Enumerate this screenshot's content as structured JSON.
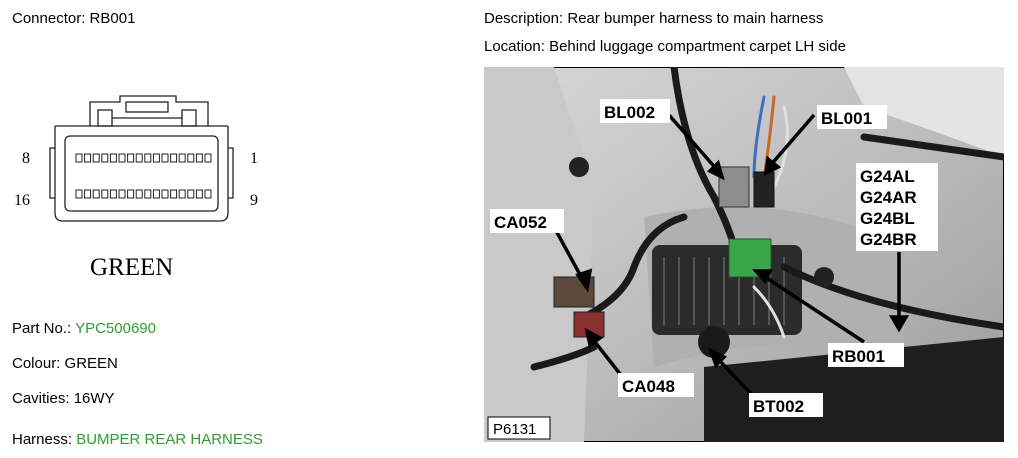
{
  "left": {
    "connector_label": "Connector:",
    "connector_value": "RB001",
    "part_label": "Part No.:",
    "part_value": "YPC500690",
    "colour_label": "Colour:",
    "colour_value": "GREEN",
    "cavities_label": "Cavities:",
    "cavities_value": "16WY",
    "harness_label": "Harness:",
    "harness_value": "BUMPER REAR HARNESS",
    "value_color": "#2e9e2e"
  },
  "diagram": {
    "pin_top_left": "8",
    "pin_top_right": "1",
    "pin_bottom_left": "16",
    "pin_bottom_right": "9",
    "color_text": "GREEN"
  },
  "right": {
    "description_label": "Description:",
    "description_value": "Rear bumper harness to main harness",
    "location_label": "Location:",
    "location_value": "Behind luggage compartment carpet LH side"
  },
  "photo": {
    "callouts": {
      "bl002": "BL002",
      "bl001": "BL001",
      "g24al": "G24AL",
      "g24ar": "G24AR",
      "g24bl": "G24BL",
      "g24br": "G24BR",
      "ca052": "CA052",
      "rb001": "RB001",
      "ca048": "CA048",
      "bt002": "BT002"
    },
    "photo_id": "P6131"
  }
}
